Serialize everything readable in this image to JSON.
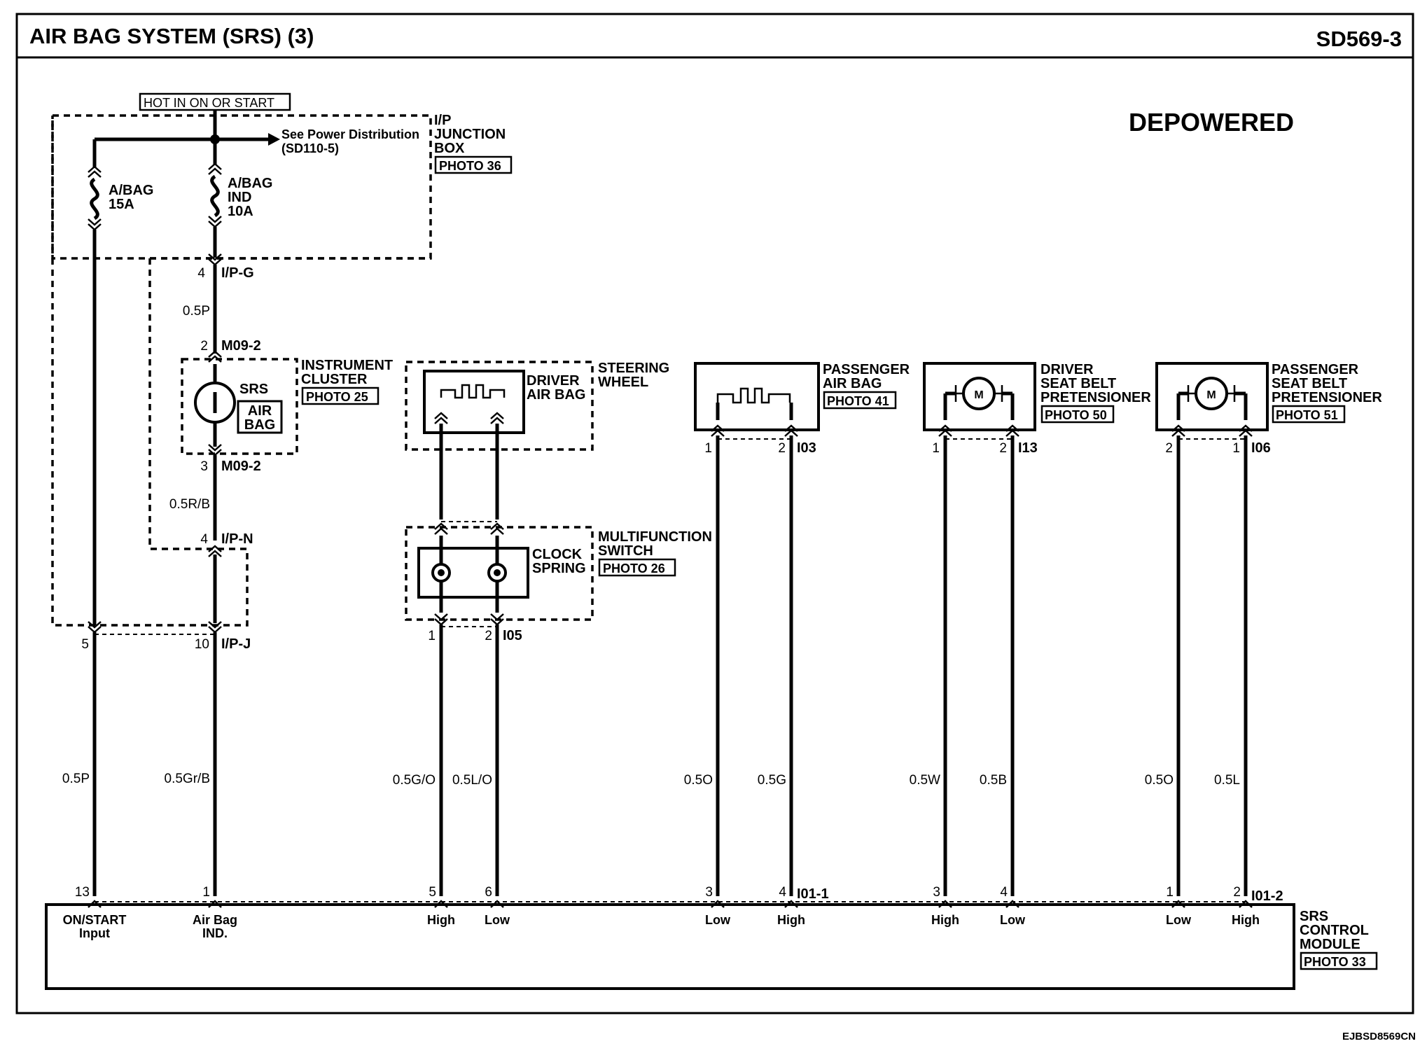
{
  "header": {
    "title": "AIR BAG SYSTEM (SRS) (3)",
    "code": "SD569-3"
  },
  "mode_label": "DEPOWERED",
  "footer_code": "EJBSD8569CN",
  "power": {
    "hot_label": "HOT IN ON OR START",
    "see_ref": "See Power Distribution",
    "see_ref_code": "(SD110-5)"
  },
  "junction_box": {
    "name": [
      "I/P",
      "JUNCTION",
      "BOX"
    ],
    "photo": "PHOTO 36"
  },
  "fuses": [
    {
      "name": "A/BAG",
      "rating": "15A"
    },
    {
      "name": [
        "A/BAG",
        "IND"
      ],
      "rating": "10A"
    }
  ],
  "connectors": {
    "ipg": {
      "pin": "4",
      "name": "I/P-G"
    },
    "m09_top": {
      "pin": "2",
      "name": "M09-2"
    },
    "m09_bot": {
      "pin": "3",
      "name": "M09-2"
    },
    "ipn": {
      "pin": "4",
      "name": "I/P-N"
    },
    "ipj": {
      "pin_a": "5",
      "pin_b": "10",
      "name": "I/P-J"
    },
    "i05": {
      "pin_a": "1",
      "pin_b": "2",
      "name": "I05"
    },
    "i03": {
      "pin_a": "1",
      "pin_b": "2",
      "name": "I03"
    },
    "i13": {
      "pin_a": "1",
      "pin_b": "2",
      "name": "I13"
    },
    "i06": {
      "pin_a": "2",
      "pin_b": "1",
      "name": "I06"
    },
    "i01_1": {
      "name": "I01-1"
    },
    "i01_2": {
      "name": "I01-2"
    }
  },
  "instrument_cluster": {
    "name": [
      "INSTRUMENT",
      "CLUSTER"
    ],
    "photo": "PHOTO 25",
    "indicator": "SRS",
    "badge": [
      "AIR",
      "BAG"
    ]
  },
  "steering_wheel": {
    "name": [
      "STEERING",
      "WHEEL"
    ],
    "component": [
      "DRIVER",
      "AIR BAG"
    ]
  },
  "multifunction_switch": {
    "name": [
      "MULTIFUNCTION",
      "SWITCH"
    ],
    "photo": "PHOTO 26",
    "component": [
      "CLOCK",
      "SPRING"
    ]
  },
  "passenger_air_bag": {
    "name": [
      "PASSENGER",
      "AIR BAG"
    ],
    "photo": "PHOTO 41"
  },
  "driver_pretensioner": {
    "name": [
      "DRIVER",
      "SEAT BELT",
      "PRETENSIONER"
    ],
    "photo": "PHOTO 50",
    "motor": "M"
  },
  "passenger_pretensioner": {
    "name": [
      "PASSENGER",
      "SEAT BELT",
      "PRETENSIONER"
    ],
    "photo": "PHOTO 51",
    "motor": "M"
  },
  "wires": {
    "w_ipg_m09": "0.5P",
    "w_m09_ipn": "0.5R/B",
    "w_on_start": "0.5P",
    "w_airbag_ind": "0.5Gr/B",
    "w_drv_high": "0.5G/O",
    "w_drv_low": "0.5L/O",
    "w_pab_low": "0.5O",
    "w_pab_high": "0.5G",
    "w_dpt_high": "0.5W",
    "w_dpt_low": "0.5B",
    "w_ppt_low": "0.5O",
    "w_ppt_high": "0.5L"
  },
  "control_module": {
    "name": [
      "SRS",
      "CONTROL",
      "MODULE"
    ],
    "photo": "PHOTO 33",
    "pins": [
      {
        "pin": "13",
        "label": [
          "ON/START",
          "Input"
        ]
      },
      {
        "pin": "1",
        "label": [
          "Air Bag",
          "IND."
        ]
      },
      {
        "pin": "5",
        "label": [
          "High"
        ]
      },
      {
        "pin": "6",
        "label": [
          "Low"
        ]
      },
      {
        "pin": "3",
        "label": [
          "Low"
        ]
      },
      {
        "pin": "4",
        "label": [
          "High"
        ]
      },
      {
        "pin": "3",
        "label": [
          "High"
        ]
      },
      {
        "pin": "4",
        "label": [
          "Low"
        ]
      },
      {
        "pin": "1",
        "label": [
          "Low"
        ]
      },
      {
        "pin": "2",
        "label": [
          "High"
        ]
      }
    ]
  }
}
